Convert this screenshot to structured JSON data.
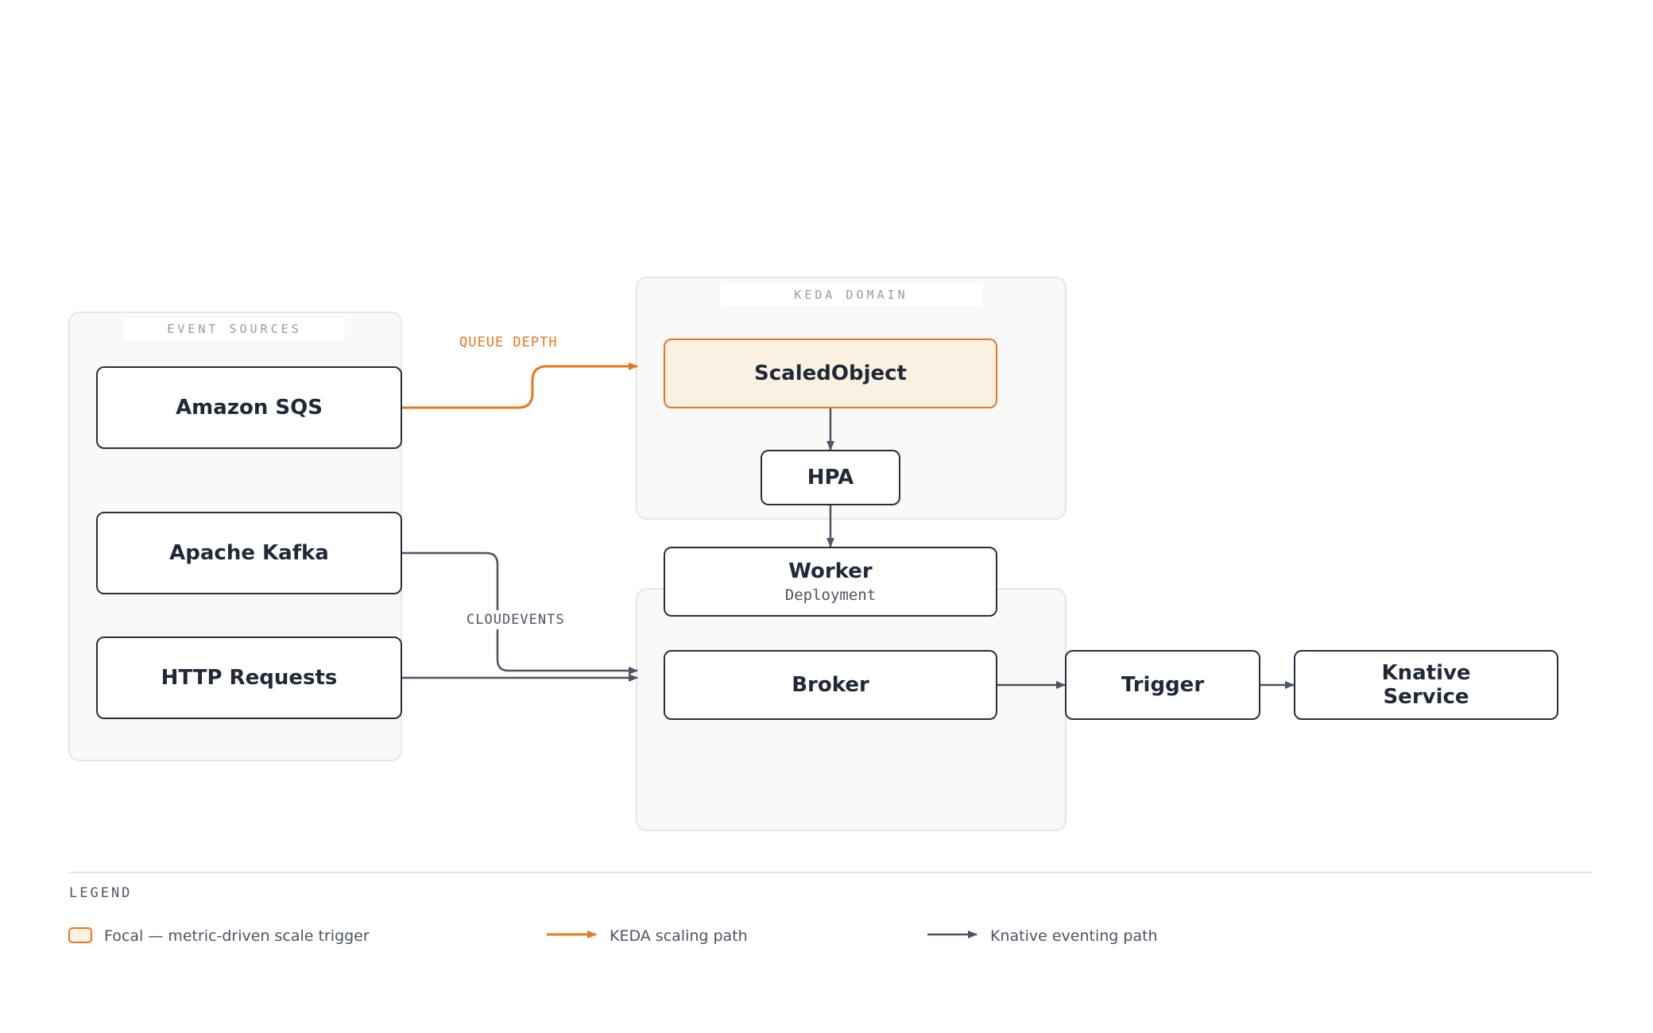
{
  "groups": {
    "event_sources": "EVENT SOURCES",
    "keda_domain": "KEDA DOMAIN"
  },
  "nodes": {
    "amazon_sqs": "Amazon SQS",
    "apache_kafka": "Apache Kafka",
    "http_requests": "HTTP Requests",
    "scaled_object": "ScaledObject",
    "hpa": "HPA",
    "worker": {
      "title": "Worker",
      "subtitle": "Deployment"
    },
    "broker": "Broker",
    "trigger": "Trigger",
    "knative_service": "Knative\nService"
  },
  "edge_labels": {
    "queue_depth": "QUEUE DEPTH",
    "cloudevents": "CLOUDEVENTS"
  },
  "legend": {
    "title": "LEGEND",
    "focal": "Focal — metric-driven scale trigger",
    "keda_path": "KEDA scaling path",
    "knative_path": "Knative eventing path"
  },
  "colors": {
    "keda_orange": "#e8771e",
    "knative_gray": "#4b5563",
    "node_border": "#26303d",
    "focal_fill": "#fbf1e3"
  }
}
